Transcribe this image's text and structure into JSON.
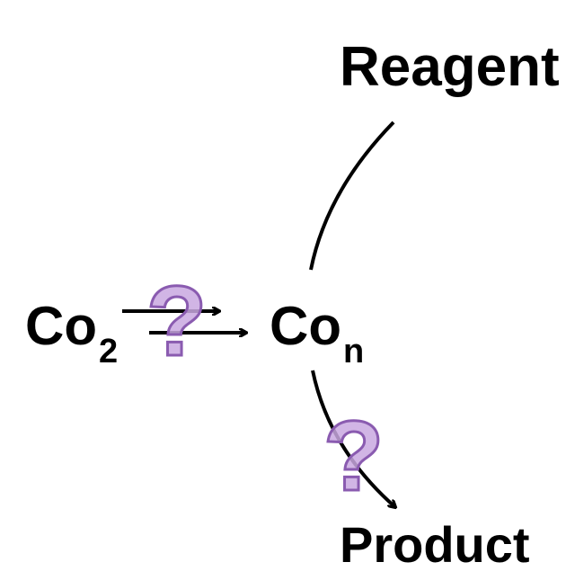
{
  "species": {
    "reagent": "Reagent",
    "product": "Product",
    "start": {
      "base": "Co",
      "subscript": "2"
    },
    "intermediate": {
      "base": "Co",
      "subscript": "n"
    }
  },
  "uncertainty": {
    "symbol": "?",
    "fill_color": "#c9a8e0",
    "stroke_color": "#8a5bb0"
  },
  "arrow_color": "#000000"
}
